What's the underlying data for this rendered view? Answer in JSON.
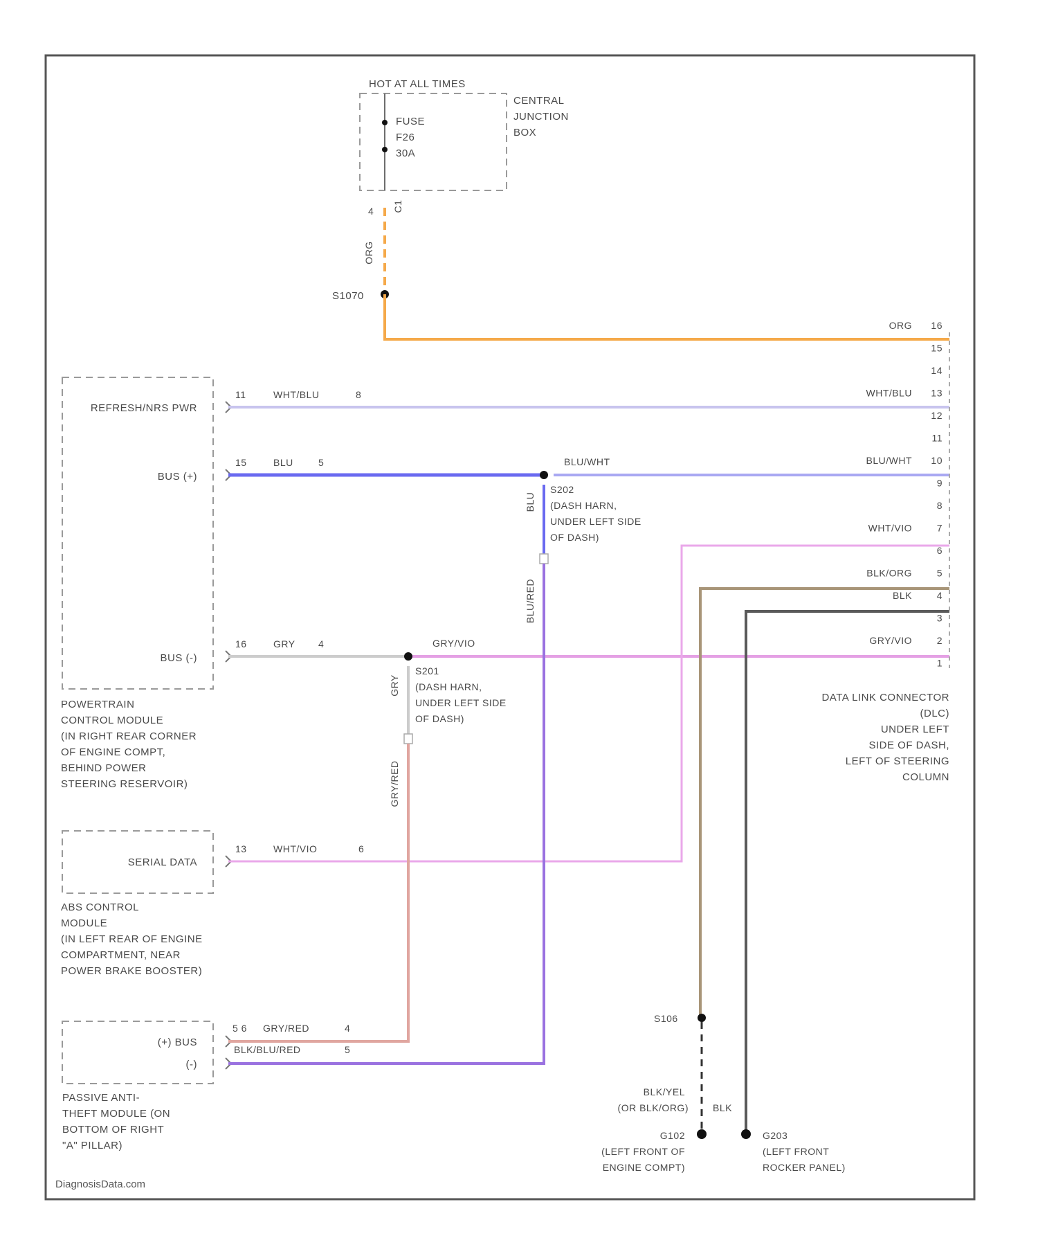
{
  "fuse_box": {
    "header": "HOT AT ALL TIMES",
    "fuse_lines": [
      "FUSE",
      "F26",
      "30A"
    ],
    "name_lines": [
      "CENTRAL",
      "JUNCTION",
      "BOX"
    ],
    "c_label": "C1",
    "pin": "4"
  },
  "splice_top": {
    "wire": "ORG",
    "label": "S1070"
  },
  "pcm": {
    "pins": [
      {
        "name": "REFRESH/NRS PWR",
        "pin": "11",
        "wire": "WHT/BLU",
        "conn_pin": "8"
      },
      {
        "name": "BUS (+)",
        "pin": "15",
        "wire": "BLU",
        "conn_pin": "5"
      },
      {
        "name": "BUS (-)",
        "pin": "16",
        "wire": "GRY",
        "conn_pin": "4"
      }
    ],
    "desc_lines": [
      "POWERTRAIN",
      "CONTROL MODULE",
      "(IN RIGHT REAR CORNER",
      "OF ENGINE COMPT,",
      "BEHIND POWER",
      "STEERING RESERVOIR)"
    ]
  },
  "splice_blu": {
    "label_lines": [
      "S202",
      "(DASH HARN,",
      "UNDER LEFT SIDE",
      "OF DASH)"
    ],
    "out_wire": "BLU/WHT",
    "vert_wire_upper": "BLU",
    "vert_wire_lower": "BLU/RED"
  },
  "splice_gry": {
    "label_lines": [
      "S201",
      "(DASH HARN,",
      "UNDER LEFT SIDE",
      "OF DASH)"
    ],
    "out_wire": "GRY/VIO",
    "vert_wire_upper": "GRY",
    "vert_wire_lower": "GRY/RED"
  },
  "dlc": {
    "pins": [
      "16",
      "15",
      "14",
      "13",
      "12",
      "11",
      "10",
      "9",
      "8",
      "7",
      "6",
      "5",
      "4",
      "3",
      "2",
      "1"
    ],
    "wire_labels": [
      {
        "pin": "16",
        "wire": "ORG"
      },
      {
        "pin": "13",
        "wire": "WHT/BLU"
      },
      {
        "pin": "10",
        "wire": "BLU/WHT"
      },
      {
        "pin": "7",
        "wire": "WHT/VIO"
      },
      {
        "pin": "5",
        "wire": "BLK/ORG"
      },
      {
        "pin": "4",
        "wire": "BLK"
      },
      {
        "pin": "2",
        "wire": "GRY/VIO"
      }
    ],
    "desc_lines": [
      "DATA LINK CONNECTOR",
      "(DLC)",
      "UNDER LEFT",
      "SIDE OF DASH,",
      "LEFT OF STEERING",
      "COLUMN"
    ]
  },
  "abs": {
    "name": "SERIAL DATA",
    "pin": "13",
    "wire": "WHT/VIO",
    "conn_pin": "6",
    "desc_lines": [
      "ABS CONTROL",
      "MODULE",
      "(IN LEFT REAR OF ENGINE",
      "COMPARTMENT, NEAR",
      "POWER BRAKE BOOSTER)"
    ]
  },
  "pats": {
    "names": [
      "(+) BUS",
      "(-)"
    ],
    "pins_label": "5  6",
    "wires": [
      "GRY/RED",
      "BLK/BLU/RED"
    ],
    "conn_pins": [
      "4",
      "5"
    ],
    "desc_lines": [
      "PASSIVE ANTI-",
      "THEFT MODULE (ON",
      "BOTTOM OF RIGHT",
      "\"A\" PILLAR)"
    ]
  },
  "grounds": {
    "splice": "S106",
    "wire_alt_lines": [
      "BLK/YEL",
      "(OR BLK/ORG)"
    ],
    "blk_wire": "BLK",
    "g102_lines": [
      "G102",
      "(LEFT FRONT OF",
      "ENGINE COMPT)"
    ],
    "g203_lines": [
      "G203",
      "(LEFT FRONT",
      "ROCKER PANEL)"
    ]
  },
  "watermark": "DiagnosisData.com",
  "colors": {
    "org": "#f5a94a",
    "wht_blu": "#c8c4ee",
    "blu": "#6a6af0",
    "blu_wht": "#a9a8f2",
    "wht_vio": "#eaa8ea",
    "blk_org": "#a89578",
    "blk": "#5a5a5a",
    "gry": "#cccccc",
    "gry_vio": "#e4a0e4",
    "gry_red": "#e0a6a0",
    "blu_red": "#9a72e0"
  }
}
